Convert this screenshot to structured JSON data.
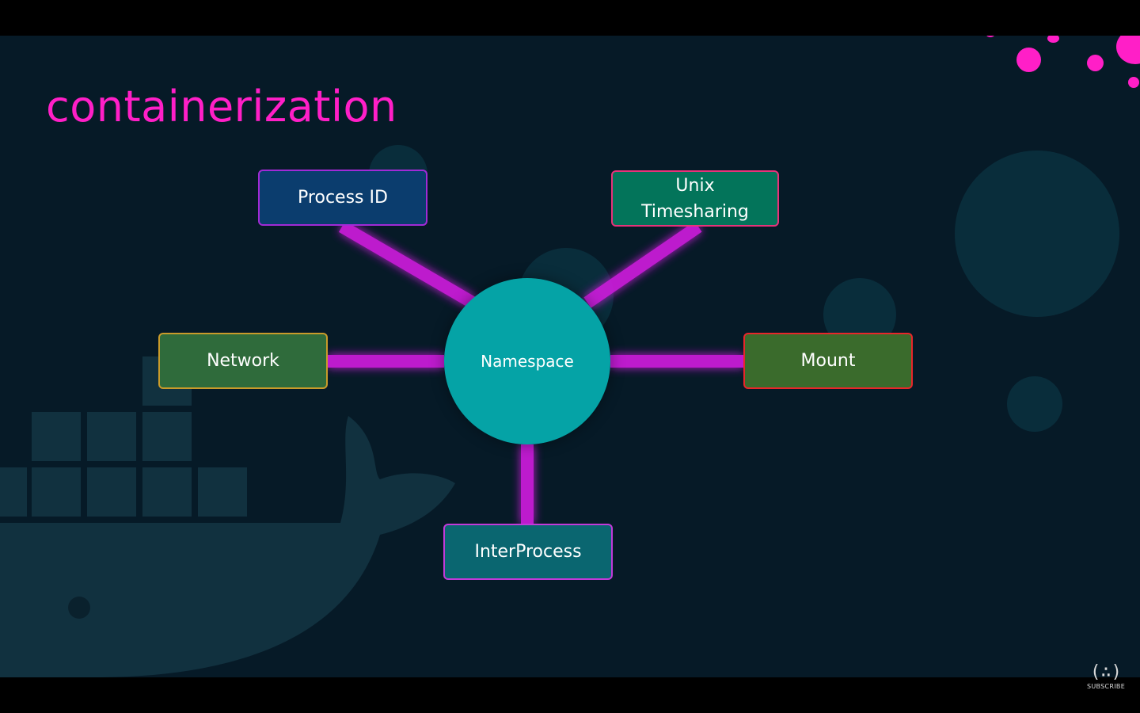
{
  "slide": {
    "title": "containerization"
  },
  "diagram": {
    "center": {
      "label": "Namespace",
      "color": "#05a3a6"
    },
    "nodes": [
      {
        "id": "process-id",
        "label": "Process ID",
        "fill": "#0b3d6e",
        "border": "#a12ad6"
      },
      {
        "id": "unix-timesharing",
        "label_line1": "Unix",
        "label_line2": "Timesharing",
        "fill": "#03745a",
        "border": "#e6337a"
      },
      {
        "id": "network",
        "label": "Network",
        "fill": "#2f6b3b",
        "border": "#c99b2a"
      },
      {
        "id": "mount",
        "label": "Mount",
        "fill": "#3a6b2c",
        "border": "#e8262a"
      },
      {
        "id": "interprocess",
        "label": "InterProcess",
        "fill": "#0a6670",
        "border": "#c23ad9"
      }
    ],
    "connector_color": "#d11ee0",
    "accent_color": "#ff1fc7"
  },
  "branding": {
    "logo_mark": "(∴)",
    "logo_text": "SUBSCRIBE"
  }
}
